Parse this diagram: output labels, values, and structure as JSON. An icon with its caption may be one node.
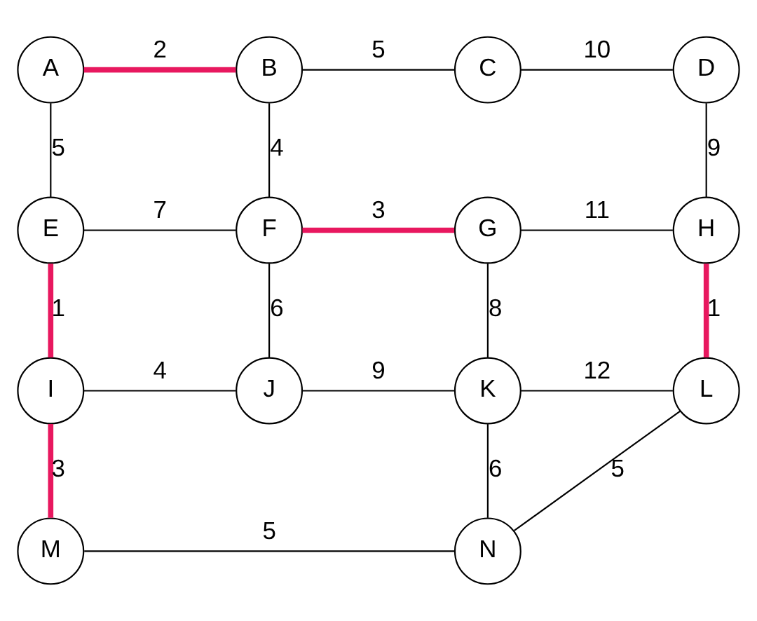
{
  "diagram": {
    "nodes": [
      {
        "text": [
          "A"
        ]
      },
      {
        "text": [
          "B"
        ]
      },
      {
        "text": [
          "C"
        ]
      },
      {
        "text": [
          "D"
        ]
      },
      {
        "text": [
          "E"
        ]
      },
      {
        "text": [
          "F"
        ]
      },
      {
        "text": [
          "G"
        ]
      },
      {
        "text": [
          "H"
        ]
      },
      {
        "text": [
          "I"
        ]
      },
      {
        "text": [
          "J"
        ]
      },
      {
        "text": [
          "K"
        ]
      },
      {
        "text": [
          "L"
        ]
      },
      {
        "text": [
          "M"
        ]
      },
      {
        "text": [
          "N"
        ]
      }
    ],
    "edges": [
      {
        "from": 0,
        "to": 1,
        "arrow": "none",
        "label": "2",
        "style": "thick",
        "color": "#e8185f"
      },
      {
        "from": 1,
        "to": 2,
        "arrow": "none",
        "label": "5"
      },
      {
        "from": 2,
        "to": 3,
        "arrow": "none",
        "label": "10"
      },
      {
        "from": 0,
        "to": 4,
        "arrow": "none",
        "label": "5"
      },
      {
        "from": 1,
        "to": 5,
        "arrow": "none",
        "label": "4"
      },
      {
        "from": 3,
        "to": 7,
        "arrow": "none",
        "label": "9"
      },
      {
        "from": 4,
        "to": 5,
        "arrow": "none",
        "label": "7"
      },
      {
        "from": 5,
        "to": 6,
        "arrow": "none",
        "label": "3",
        "style": "thick",
        "color": "#e8185f"
      },
      {
        "from": 6,
        "to": 7,
        "arrow": "none",
        "label": "11"
      },
      {
        "from": 4,
        "to": 8,
        "arrow": "none",
        "label": "1",
        "style": "thick",
        "color": "#e8185f"
      },
      {
        "from": 5,
        "to": 9,
        "arrow": "none",
        "label": "6"
      },
      {
        "from": 6,
        "to": 10,
        "arrow": "none",
        "label": "8"
      },
      {
        "from": 7,
        "to": 11,
        "arrow": "none",
        "label": "1",
        "style": "thick",
        "color": "#e8185f"
      },
      {
        "from": 8,
        "to": 9,
        "arrow": "none",
        "label": "4"
      },
      {
        "from": 9,
        "to": 10,
        "arrow": "none",
        "label": "9"
      },
      {
        "from": 10,
        "to": 11,
        "arrow": "none",
        "label": "12"
      },
      {
        "from": 10,
        "to": 13,
        "arrow": "none",
        "label": "6"
      },
      {
        "from": 11,
        "to": 13,
        "arrow": "none",
        "label": "5"
      },
      {
        "from": 8,
        "to": 12,
        "arrow": "none",
        "label": "3",
        "style": "thick",
        "color": "#e8185f"
      },
      {
        "from": 12,
        "to": 13,
        "arrow": "none",
        "label": "5"
      }
    ]
  }
}
